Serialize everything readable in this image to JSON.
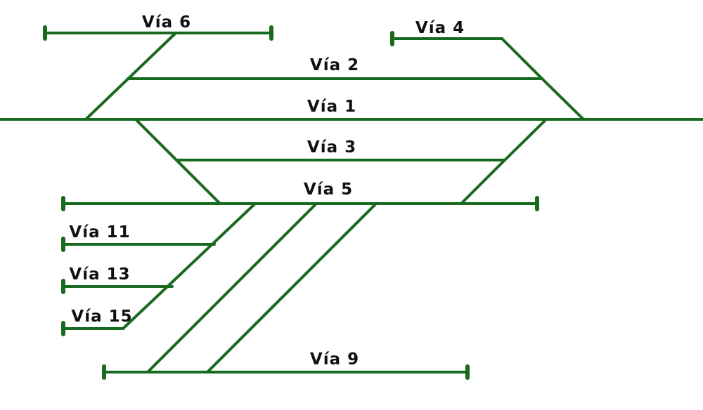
{
  "diagram": {
    "track_color": "#186a1e",
    "label_color": "#111111",
    "background_color": "#ffffff",
    "tracks": [
      {
        "id": "via-6",
        "label": "Vía 6"
      },
      {
        "id": "via-4",
        "label": "Vía 4"
      },
      {
        "id": "via-2",
        "label": "Vía 2"
      },
      {
        "id": "via-1",
        "label": "Vía 1"
      },
      {
        "id": "via-3",
        "label": "Vía 3"
      },
      {
        "id": "via-5",
        "label": "Vía 5"
      },
      {
        "id": "via-11",
        "label": "Vía 11"
      },
      {
        "id": "via-13",
        "label": "Vía 13"
      },
      {
        "id": "via-15",
        "label": "Vía 15"
      },
      {
        "id": "via-9",
        "label": "Vía 9"
      }
    ]
  }
}
